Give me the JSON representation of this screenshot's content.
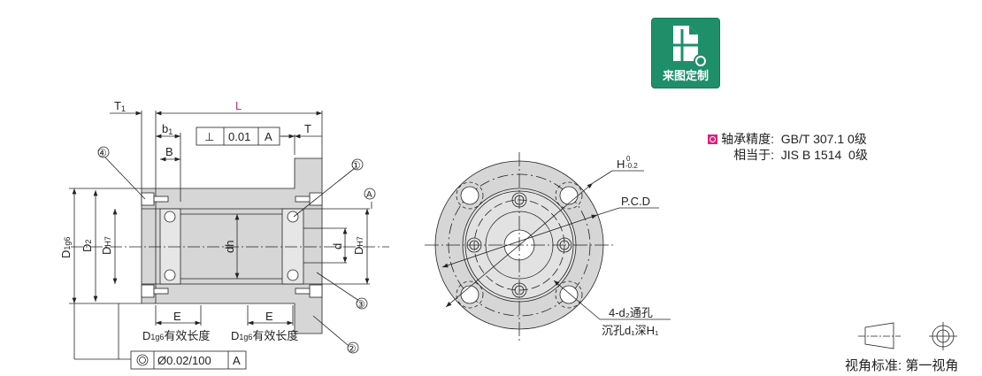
{
  "badge": {
    "label": "来图定制",
    "icon": "custom-drawing-icon",
    "color": "#1f8f6a"
  },
  "spec": {
    "bearing_label": "轴承精度:",
    "bearing_value": "GB/T 307.1 0级",
    "equiv_label": "相当于:",
    "equiv_value": "JIS B 1514  0级",
    "marker_color": "#e0207a"
  },
  "projection": {
    "label": "视角标准: 第一视角"
  },
  "side_view": {
    "dims": {
      "T1": "T",
      "T1_sub": "1",
      "L": "L",
      "b1": "b",
      "b1_sub": "1",
      "B": "B",
      "T": "T",
      "D1": "D",
      "D1_sub": "1g6",
      "D2": "D",
      "D2_sub": "2",
      "DH7": "D",
      "DH7_sub": "H7",
      "dh": "dh",
      "d": "d",
      "E_left": "E",
      "E_right": "E"
    },
    "perp_tol": {
      "symbol": "⊥",
      "value": "0.01",
      "datum": "A"
    },
    "conc_tol": {
      "value": "Ø0.02/100",
      "datum": "A"
    },
    "datum_label": "A",
    "callouts": [
      "①",
      "②",
      "③",
      "④"
    ],
    "eff_len_left": "有效长度",
    "eff_len_right": "有效长度",
    "eff_prefix": "D",
    "eff_sub": "1g6",
    "L_color": "#b0308a"
  },
  "front_view": {
    "H_label": "H",
    "H_tol_upper": "0",
    "H_tol_lower": "-0.2",
    "pcd_label": "P.C.D",
    "holes_line1": "4-d₂通孔",
    "holes_line2": "沉孔d₁深H₁"
  }
}
